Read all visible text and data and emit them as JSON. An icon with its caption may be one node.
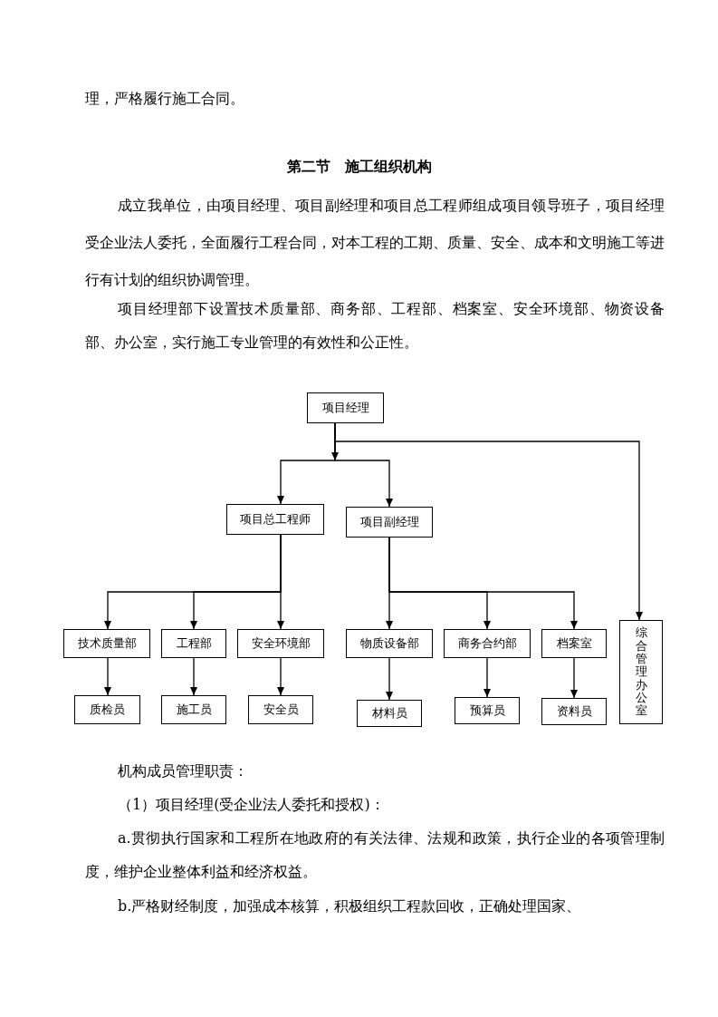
{
  "diagram": {
    "title": "第二节　施工组织机构",
    "nodes": [
      {
        "text": [
          "项目经理"
        ]
      },
      {
        "text": [
          "项目总工程师"
        ]
      },
      {
        "text": [
          "项目副经理"
        ]
      },
      {
        "text": [
          "技术质量部"
        ]
      },
      {
        "text": [
          "工程部"
        ]
      },
      {
        "text": [
          "安全环境部"
        ]
      },
      {
        "text": [
          "物质设备部"
        ]
      },
      {
        "text": [
          "商务合约部"
        ]
      },
      {
        "text": [
          "档案室"
        ]
      },
      {
        "text": [
          "综合管理办公室"
        ]
      },
      {
        "text": [
          "质检员"
        ]
      },
      {
        "text": [
          "施工员"
        ]
      },
      {
        "text": [
          "安全员"
        ]
      },
      {
        "text": [
          "材料员"
        ]
      },
      {
        "text": [
          "预算员"
        ]
      },
      {
        "text": [
          "资料员"
        ]
      }
    ],
    "edges": [
      {
        "from": 0,
        "to": 1,
        "arrow": "to"
      },
      {
        "from": 0,
        "to": 2,
        "arrow": "to"
      },
      {
        "from": 0,
        "to": 9,
        "arrow": "to"
      },
      {
        "from": 1,
        "to": 3,
        "arrow": "to"
      },
      {
        "from": 1,
        "to": 4,
        "arrow": "to"
      },
      {
        "from": 1,
        "to": 5,
        "arrow": "to"
      },
      {
        "from": 2,
        "to": 6,
        "arrow": "to"
      },
      {
        "from": 2,
        "to": 7,
        "arrow": "to"
      },
      {
        "from": 2,
        "to": 8,
        "arrow": "to"
      },
      {
        "from": 3,
        "to": 10,
        "arrow": "to"
      },
      {
        "from": 4,
        "to": 11,
        "arrow": "to"
      },
      {
        "from": 5,
        "to": 12,
        "arrow": "to"
      },
      {
        "from": 6,
        "to": 13,
        "arrow": "to"
      },
      {
        "from": 7,
        "to": 14,
        "arrow": "to"
      },
      {
        "from": 8,
        "to": 15,
        "arrow": "to"
      }
    ],
    "labels": [
      "理，严格履行施工合同。",
      "成立我单位，由项目经理、项目副经理和项目总工程师组成项目领导班子，项目经理受企业法人委托，全面履行工程合同，对本工程的工期、质量、安全、成本和文明施工等进行有计划的组织协调管理。",
      "项目经理部下设置技术质量部、商务部、工程部、档案室、安全环境部、物资设备部、办公室，实行施工专业管理的有效性和公正性。",
      "机构成员管理职责：",
      "（1）项目经理(受企业法人委托和授权)：",
      "a.贯彻执行国家和工程所在地政府的有关法律、法规和政策，执行企业的各项管理制度，维护企业整体利益和经济权益。",
      "b.严格财经制度，加强成本核算，积极组织工程款回收，正确处理国家、"
    ]
  }
}
